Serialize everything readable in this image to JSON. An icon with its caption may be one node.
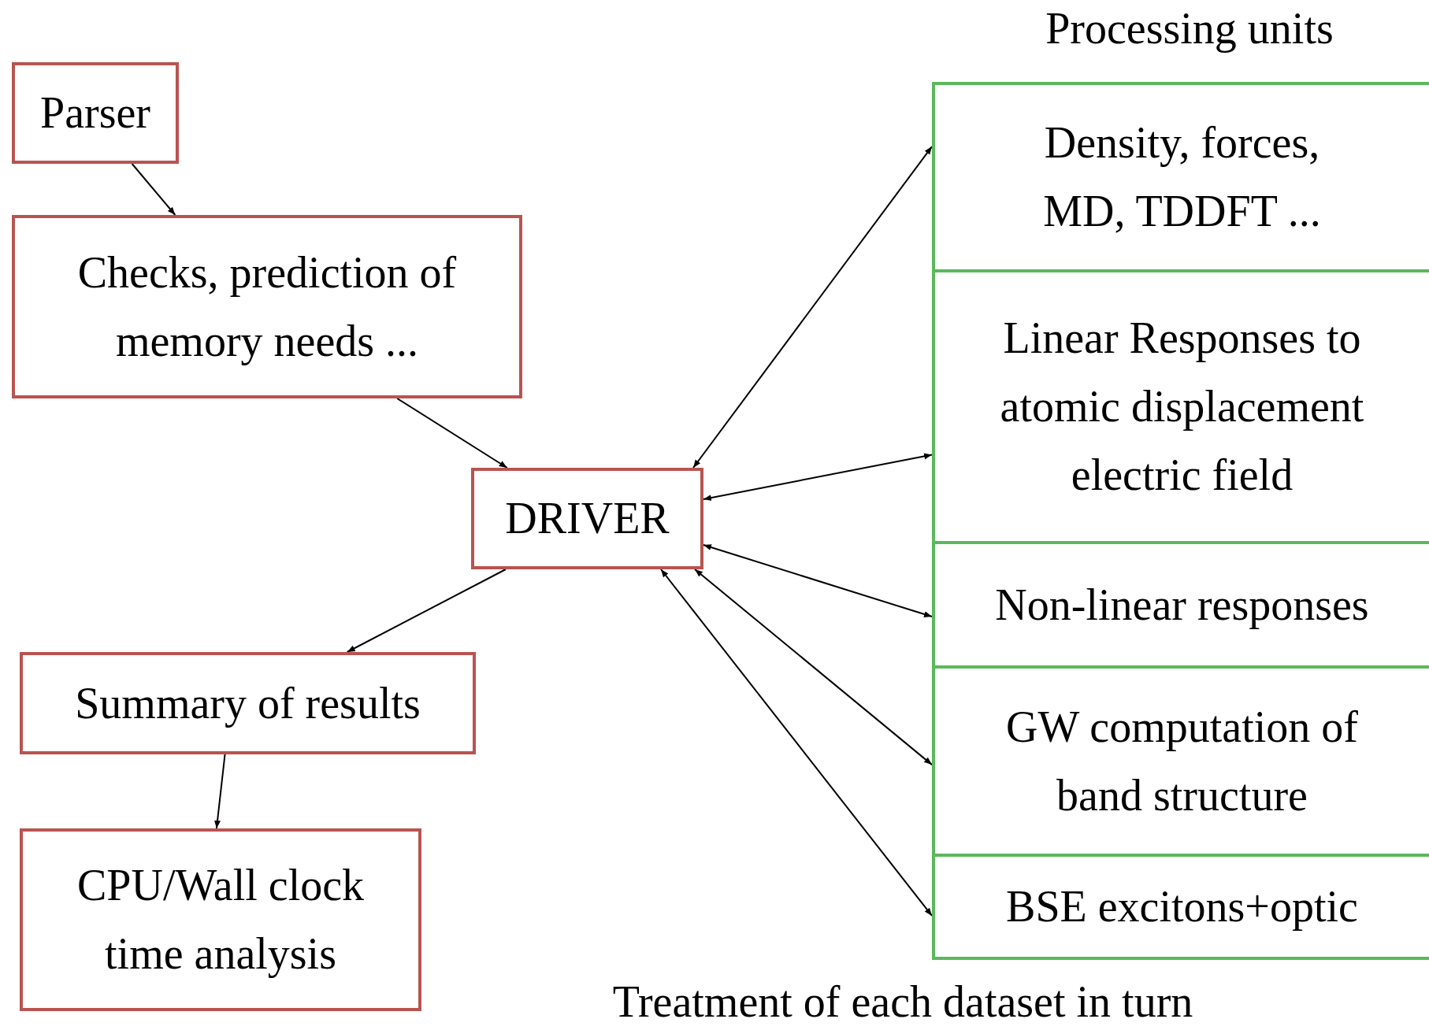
{
  "diagram": {
    "nodes": [
      {
        "text": [
          "Parser"
        ]
      },
      {
        "text": [
          "Checks, prediction of memory needs ..."
        ]
      },
      {
        "text": [
          "DRIVER"
        ]
      },
      {
        "text": [
          "Summary of results"
        ]
      },
      {
        "text": [
          "CPU/Wall clock time analysis"
        ]
      },
      {
        "text": [
          "Density, forces, MD, TDDFT ..."
        ]
      },
      {
        "text": [
          "Linear Responses to atomic displacement electric field"
        ]
      },
      {
        "text": [
          "Non-linear responses"
        ]
      },
      {
        "text": [
          "GW computation of band structure"
        ]
      },
      {
        "text": [
          "BSE excitons+optic"
        ]
      }
    ],
    "edges": [
      {
        "from": 0,
        "to": 1,
        "arrow": "to"
      },
      {
        "from": 1,
        "to": 2,
        "arrow": "to"
      },
      {
        "from": 2,
        "to": 5,
        "arrow": "both"
      },
      {
        "from": 2,
        "to": 6,
        "arrow": "both"
      },
      {
        "from": 2,
        "to": 7,
        "arrow": "both"
      },
      {
        "from": 2,
        "to": 8,
        "arrow": "both"
      },
      {
        "from": 2,
        "to": 9,
        "arrow": "both"
      },
      {
        "from": 2,
        "to": 3,
        "arrow": "to"
      },
      {
        "from": 3,
        "to": 4,
        "arrow": "to"
      }
    ],
    "labels": [
      "Processing units",
      "Treatment of each dataset in turn"
    ]
  }
}
